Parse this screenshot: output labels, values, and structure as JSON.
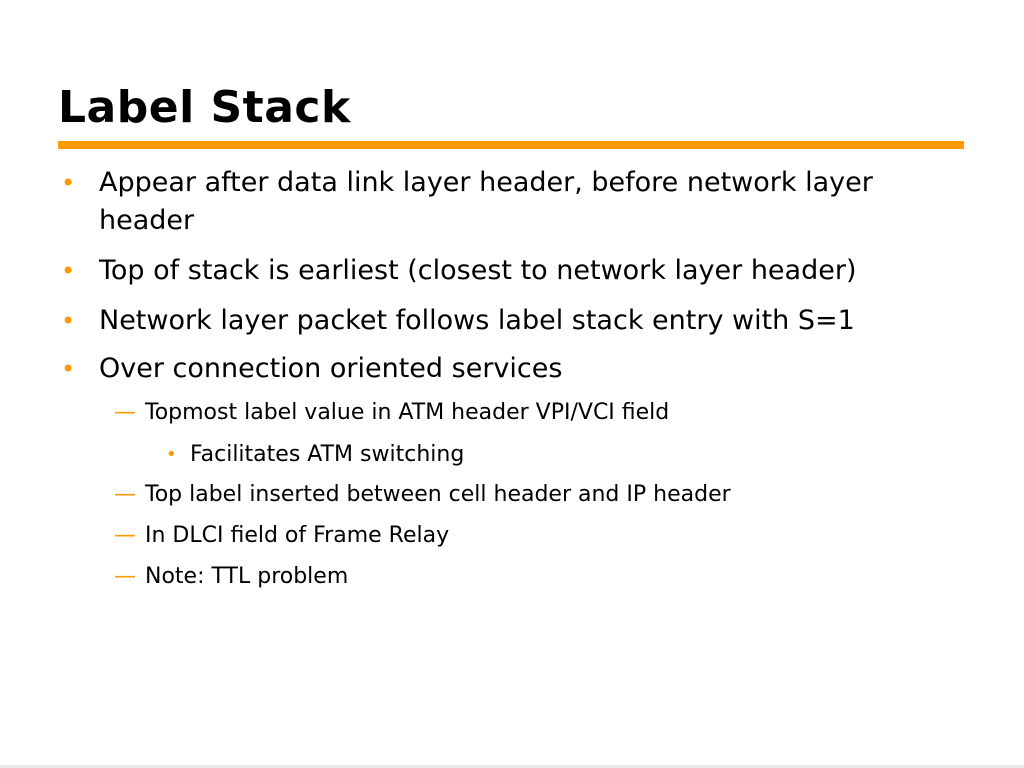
{
  "slide": {
    "title": "Label Stack",
    "bullets": [
      {
        "marker": "•",
        "text_line1": "Appear after data link layer header, before network layer",
        "text_line2": "header"
      },
      {
        "marker": "•",
        "text": "Top of stack is earliest (closest to network layer header)"
      },
      {
        "marker": "•",
        "text": "Network layer packet follows label stack entry with S=1"
      },
      {
        "marker": "•",
        "text": "Over connection oriented services"
      }
    ],
    "sub_items": [
      {
        "marker": "—",
        "text": "Topmost label value in ATM header VPI/VCI field"
      },
      {
        "marker": "•",
        "text": "Facilitates ATM switching"
      },
      {
        "marker": "—",
        "text": "Top label inserted between cell header and IP header"
      },
      {
        "marker": "—",
        "text": "In DLCI field of Frame Relay"
      },
      {
        "marker": "—",
        "text": "Note: TTL problem"
      }
    ]
  },
  "colors": {
    "accent": "#ff9900",
    "text": "#000000",
    "background": "#ffffff"
  }
}
